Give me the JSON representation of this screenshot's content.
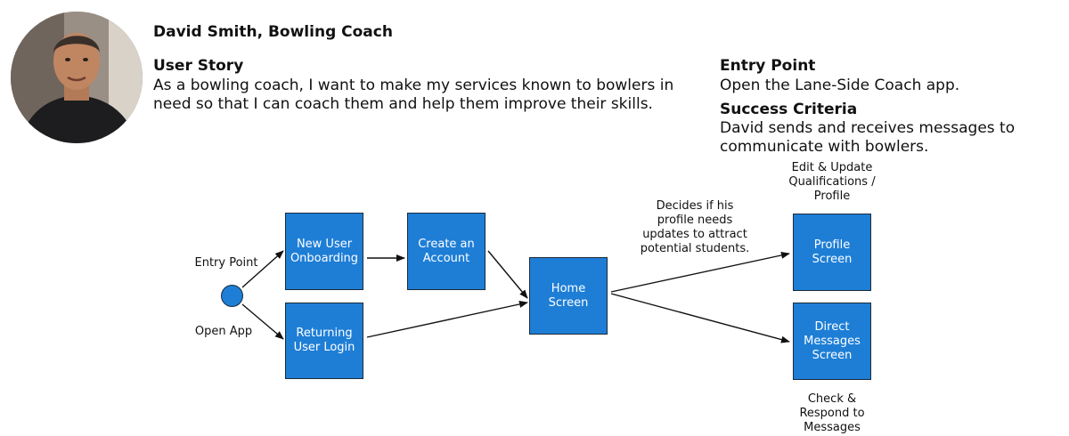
{
  "persona": {
    "name": "David Smith, Bowling Coach"
  },
  "user_story": {
    "title": "User Story",
    "text": "As a bowling coach, I want to make my services known to bowlers in need so that I can coach them and help them improve their skills."
  },
  "entry_point": {
    "title": "Entry Point",
    "text": "Open the Lane-Side Coach app."
  },
  "success_criteria": {
    "title": "Success Criteria",
    "text": "David sends and receives messages to communicate with bowlers."
  },
  "flow": {
    "entry_label": "Entry Point",
    "open_label": "Open App",
    "nodes": {
      "onboarding": "New User Onboarding",
      "login": "Returning User Login",
      "create": "Create an Account",
      "home": "Home Screen",
      "profile": "Profile Screen",
      "dm": "Direct Messages Screen"
    },
    "annotations": {
      "decides": "Decides if his profile needs updates to attract potential students.",
      "edit": "Edit & Update Qualifications / Profile",
      "check": "Check & Respond to Messages"
    }
  },
  "colors": {
    "box_fill": "#1e7ed6",
    "box_border": "#1a2a3a",
    "arrow": "#111111"
  }
}
